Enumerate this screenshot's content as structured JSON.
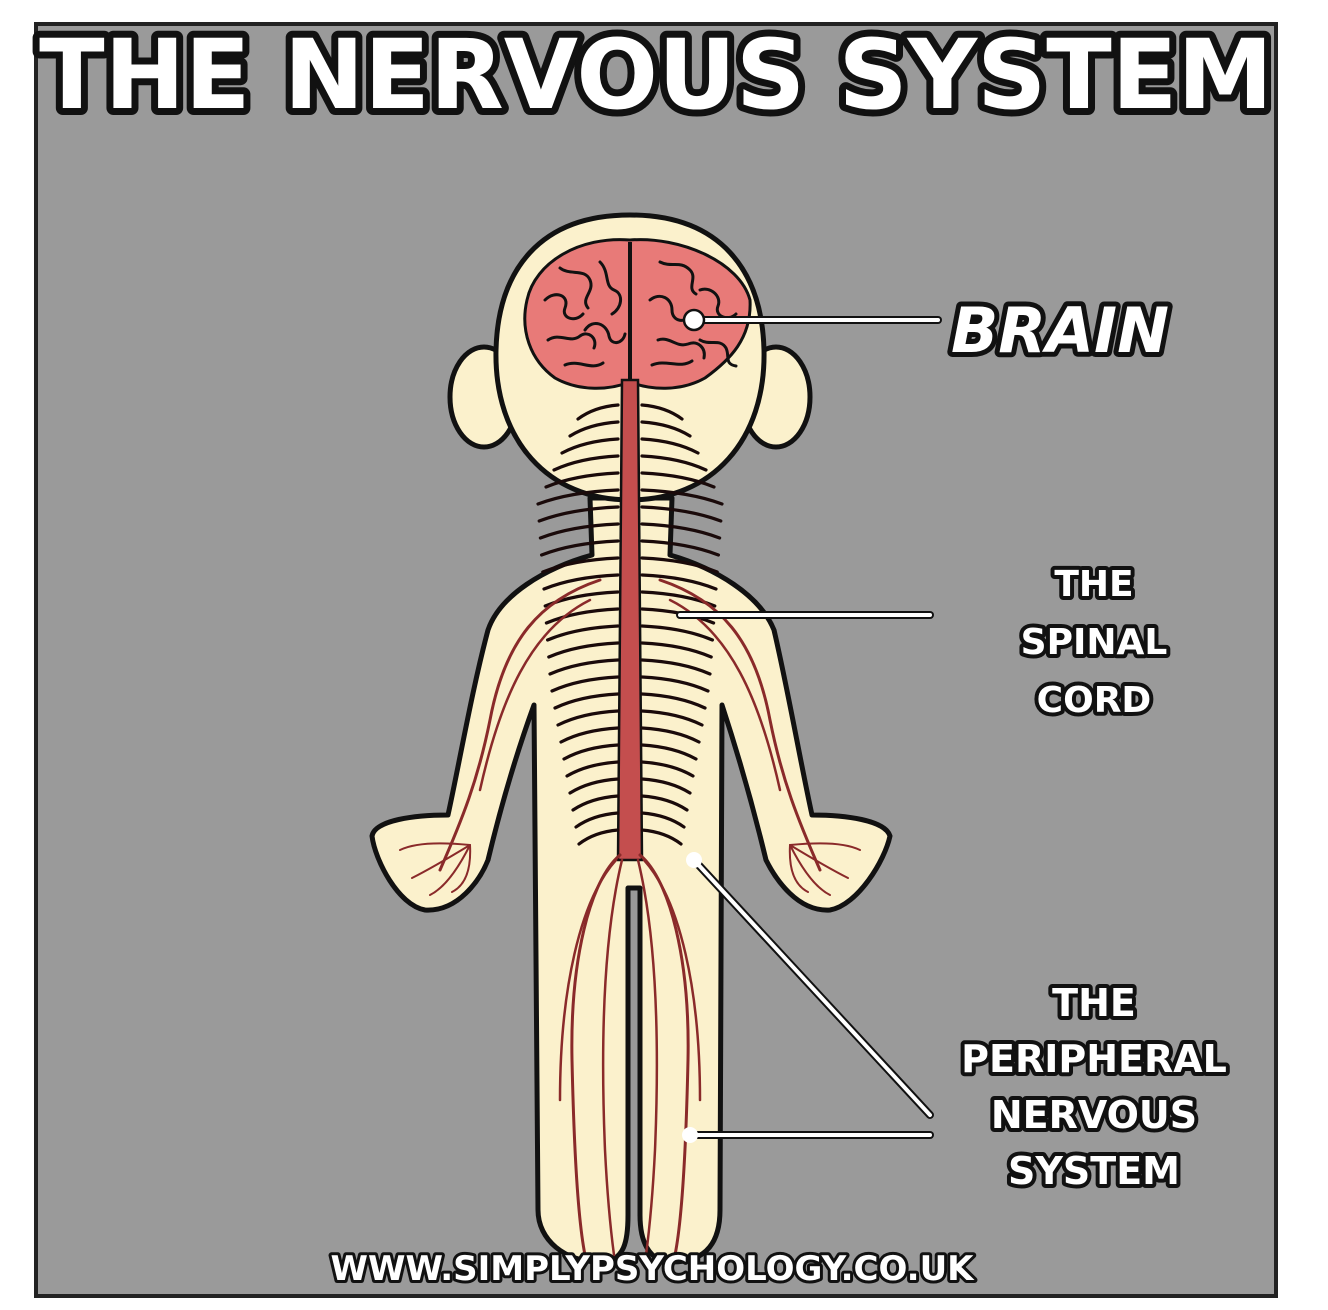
{
  "title": "THE NERVOUS SYSTEM",
  "labels": {
    "brain": "BRAIN",
    "spinal_cord": [
      "THE",
      "SPINAL",
      "CORD"
    ],
    "peripheral": [
      "THE",
      "PERIPHERAL",
      "NERVOUS",
      "SYSTEM"
    ]
  },
  "footer": "WWW.SIMPLYPSYCHOLOGY.CO.UK",
  "colors": {
    "background": "#9a9a9a",
    "body": "#fbf1cc",
    "brain": "#e87a78",
    "nerve": "#c44e4e",
    "outline": "#111111"
  }
}
